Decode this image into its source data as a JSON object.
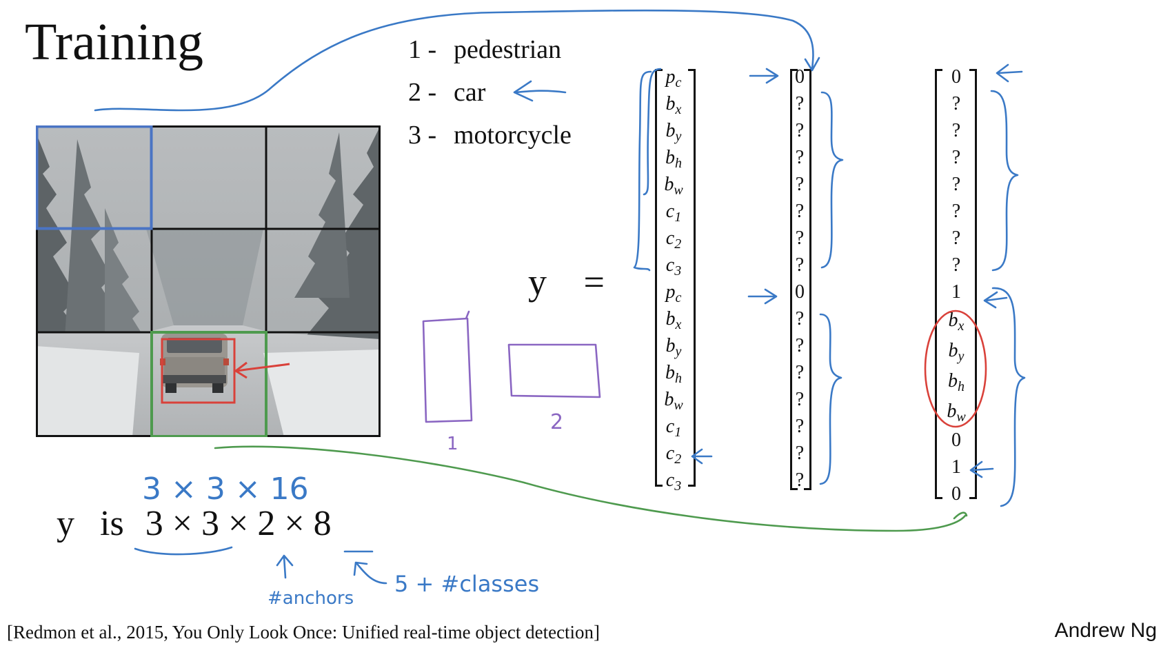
{
  "title": "Training",
  "classes": [
    {
      "num": "1 -",
      "name": "pedestrian"
    },
    {
      "num": "2 -",
      "name": "car"
    },
    {
      "num": "3 -",
      "name": "motorcycle"
    }
  ],
  "y_label": "y",
  "equals": "=",
  "y_shape": {
    "prefix": "y",
    "is": "is",
    "dims": [
      "3",
      "×",
      "3",
      "×",
      "2",
      "×",
      "8"
    ]
  },
  "label_vector": {
    "entries": [
      "p",
      "b",
      "b",
      "b",
      "b",
      "c",
      "c",
      "c",
      "p",
      "b",
      "b",
      "b",
      "b",
      "c",
      "c",
      "c"
    ],
    "subscripts": [
      "c",
      "x",
      "y",
      "h",
      "w",
      "1",
      "2",
      "3",
      "c",
      "x",
      "y",
      "h",
      "w",
      "1",
      "2",
      "3"
    ]
  },
  "column_empty": [
    "0",
    "?",
    "?",
    "?",
    "?",
    "?",
    "?",
    "?",
    "0",
    "?",
    "?",
    "?",
    "?",
    "?",
    "?",
    "?"
  ],
  "column_car": {
    "top": [
      "0",
      "?",
      "?",
      "?",
      "?",
      "?",
      "?",
      "?",
      "1"
    ],
    "boxed": [
      {
        "b": "b",
        "s": "x"
      },
      {
        "b": "b",
        "s": "y"
      },
      {
        "b": "b",
        "s": "h"
      },
      {
        "b": "b",
        "s": "w"
      }
    ],
    "bottom": [
      "0",
      "1",
      "0"
    ]
  },
  "handwritten": {
    "alt_shape": "3 × 3 × 16",
    "anchor_note": "#anchors",
    "classes_note": "5 + #classes",
    "anchor_box_1": "1",
    "anchor_box_2": "2"
  },
  "citation": "[Redmon et al., 2015, You Only Look Once: Unified real-time object detection]",
  "author": "Andrew Ng",
  "colors": {
    "ink": "#111111",
    "annotation_blue": "#3a79c6",
    "grid_blue_cell": "#4a74c4",
    "grid_green_cell": "#4e9a4e",
    "car_box_red": "#d9413a",
    "anchor_purple": "#8a66c2"
  }
}
